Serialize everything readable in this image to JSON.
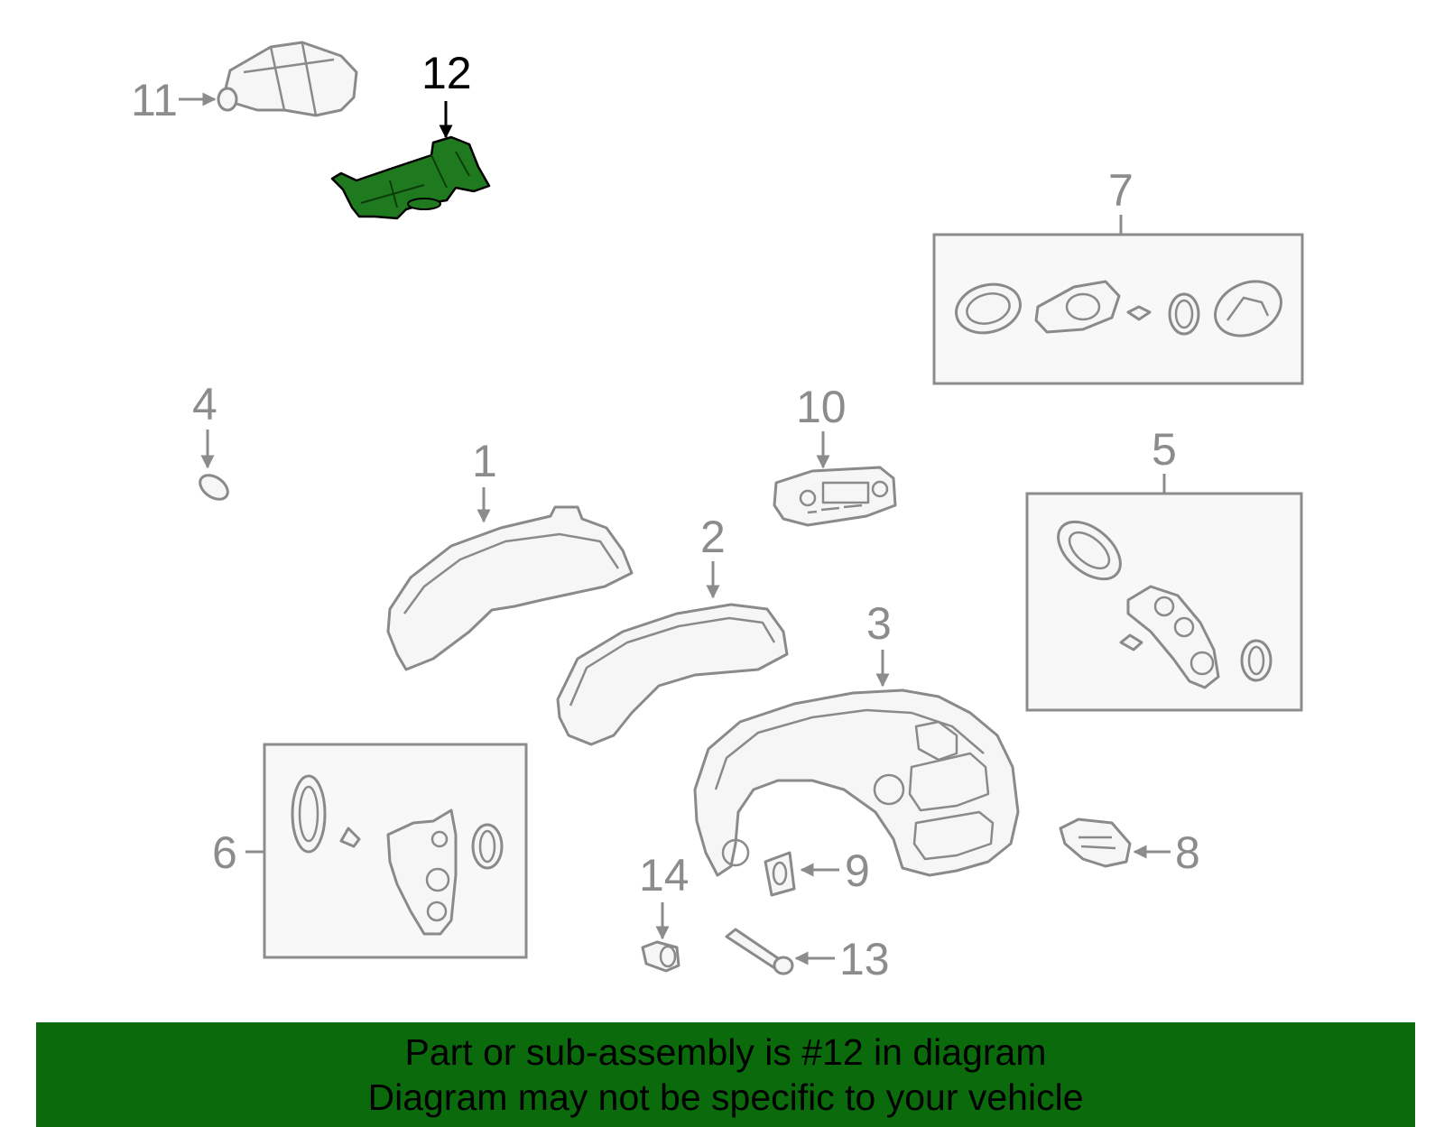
{
  "callouts": {
    "c1": "1",
    "c2": "2",
    "c3": "3",
    "c4": "4",
    "c5": "5",
    "c6": "6",
    "c7": "7",
    "c8": "8",
    "c9": "9",
    "c10": "10",
    "c11": "11",
    "c12": "12",
    "c13": "13",
    "c14": "14"
  },
  "colors": {
    "highlight_part": "#1f7a1f",
    "banner_background": "#0b6a0b",
    "callout_gray": "#8c8c8c"
  },
  "banner": {
    "line1": "Part or sub-assembly is #12 in diagram",
    "line2": "Diagram may not be specific to your vehicle"
  }
}
